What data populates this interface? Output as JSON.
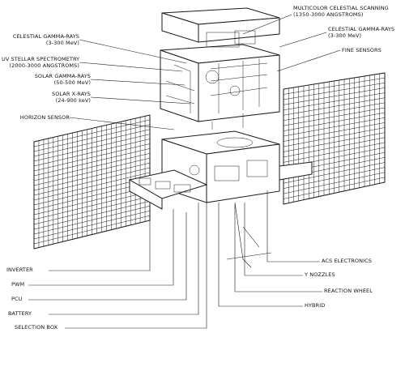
{
  "labels": {
    "celestial_gamma_left": "CELESTIAL GAMMA-RAYS\n(3-300 MeV)",
    "uv_stellar": "UV STELLAR SPECTROMETRY\n(2000-3000 ANGSTROMS)",
    "solar_gamma": "SOLAR GAMMA-RAYS\n(50-500 MeV)",
    "solar_xrays": "SOLAR X-RAYS\n(24-900 keV)",
    "horizon_sensor": "HORIZON SENSOR",
    "multicolor": "MULTICOLOR CELESTIAL SCANNING\n(1350-3000 ANGSTROMS)",
    "celestial_gamma_right": "CELESTIAL GAMMA-RAYS\n(3-300 MeV)",
    "fine_sensors": "FINE SENSORS",
    "inverter": "INVERTER",
    "pwm": "PWM",
    "pcu": "PCU",
    "battery": "BATTERY",
    "selection_box": "SELECTION BOX",
    "acs_electronics": "ACS ELECTRONICS",
    "y_nozzles": "Y NOZZLES",
    "reaction_wheel": "REACTION WHEEL",
    "hybrid": "HYBRID"
  }
}
